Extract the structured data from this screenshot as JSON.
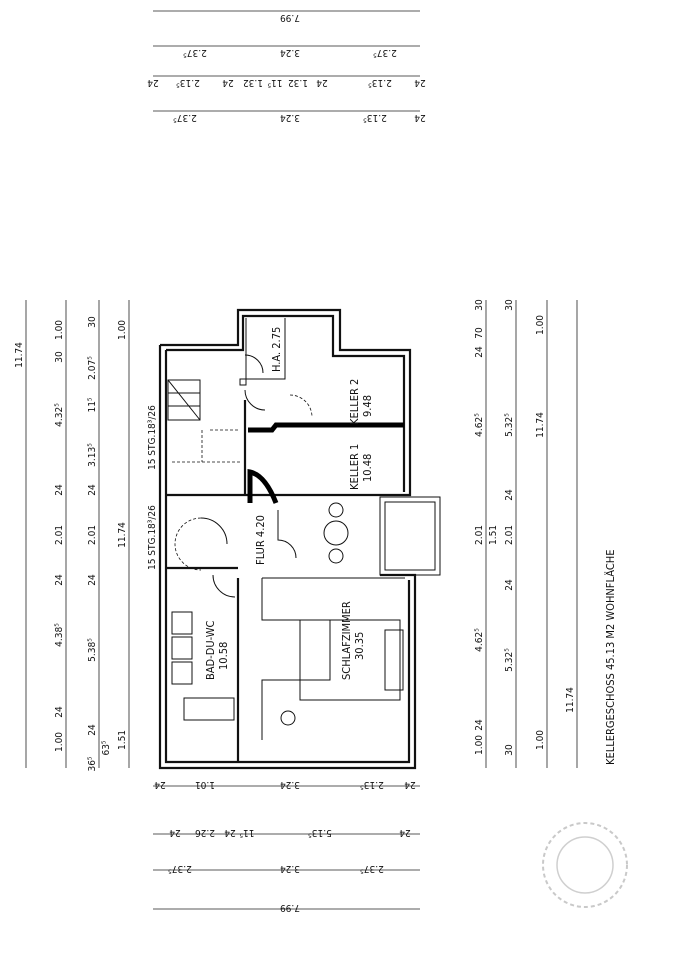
{
  "plan": {
    "title": "KELLERGESCHOSS   45.13  M2  WOHNFLÄCHE",
    "rooms": [
      {
        "name": "H.A.",
        "area": "2.75"
      },
      {
        "name": "KELLER 2",
        "area": "9.48"
      },
      {
        "name": "KELLER 1",
        "area": "10.48"
      },
      {
        "name": "FLUR",
        "area": "4.20"
      },
      {
        "name": "BAD-DU-WC",
        "area": "10.58"
      },
      {
        "name": "SCHLAFZIMMER",
        "area": "30.35"
      }
    ],
    "stairs": [
      "15 STG.18³/26",
      "15 STG.18³/26"
    ]
  },
  "dims": {
    "top": [
      [
        "7.99"
      ],
      [
        "2.37⁵",
        "3.24",
        "2.37⁵"
      ],
      [
        "24",
        "2.13⁵",
        "24",
        "1.32",
        "11⁵",
        "1.32",
        "24",
        "2.13⁵",
        "24"
      ],
      [
        "2.37⁵",
        "3.24",
        "2.13⁵",
        "24"
      ]
    ],
    "bottom": [
      [
        "24",
        "1.01",
        "3.24",
        "2.13⁵",
        "24"
      ],
      [
        "24",
        "2.26",
        "24",
        "11⁵",
        "5.13⁵",
        "24"
      ],
      [
        "2.37⁵",
        "3.24",
        "2.37⁵"
      ],
      [
        "7.99"
      ]
    ],
    "left": [
      [
        "11.74"
      ],
      [
        "1.00",
        "30",
        "4.32⁵",
        "24",
        "2.01",
        "24",
        "4.38⁵",
        "24",
        "1.00"
      ],
      [
        "30",
        "2.07⁵",
        "11⁵",
        "3.13⁵",
        "24",
        "2.01",
        "24",
        "5.38⁵",
        "24",
        "63⁵",
        "36⁵"
      ],
      [
        "1.00",
        "11.74",
        "1.51"
      ]
    ],
    "right": [
      [
        "30",
        "70",
        "24",
        "4.62⁵",
        "2.01",
        "1.51",
        "4.62⁵",
        "24",
        "1.00"
      ],
      [
        "30",
        "5.32⁵",
        "24",
        "2.01",
        "24",
        "5.32⁵",
        "30"
      ],
      [
        "1.00",
        "11.74",
        "1.00"
      ],
      [
        "11.74"
      ]
    ]
  }
}
